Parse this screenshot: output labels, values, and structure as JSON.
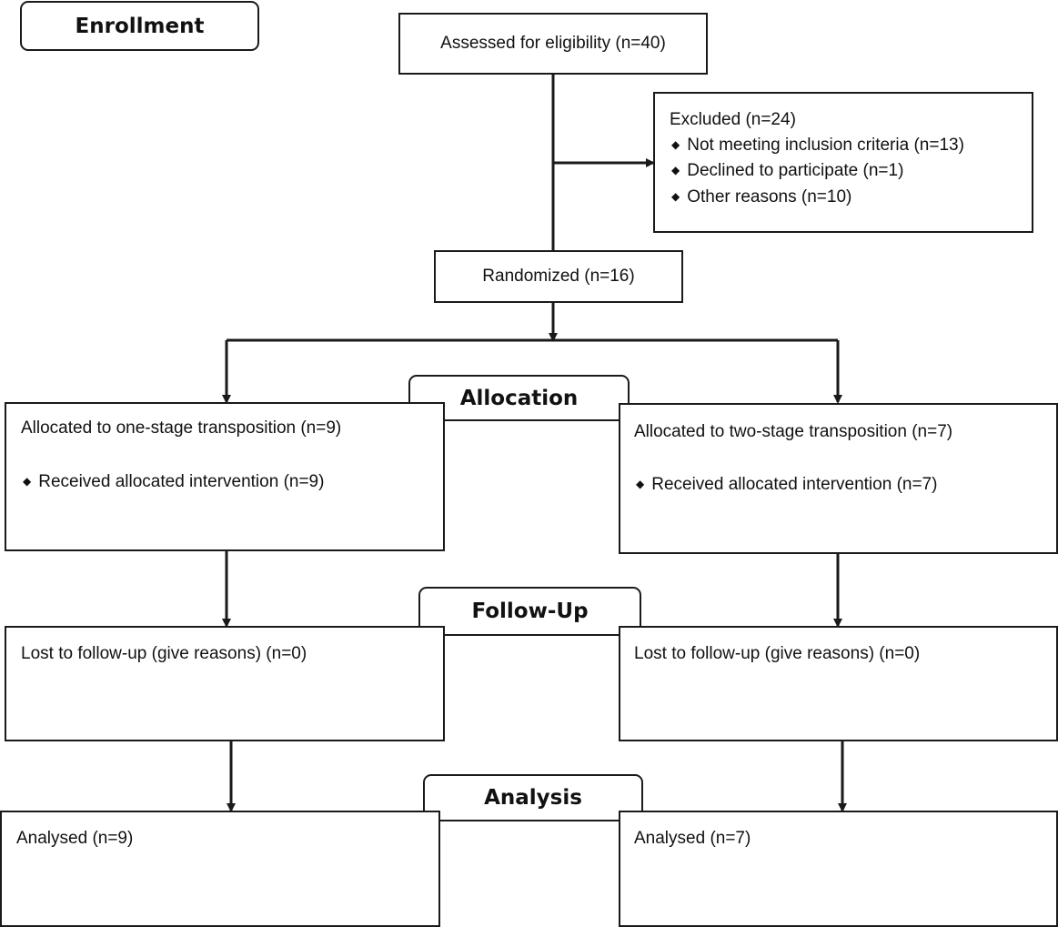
{
  "stages": {
    "enrollment": "Enrollment",
    "allocation": "Allocation",
    "follow_up": "Follow-Up",
    "analysis": "Analysis"
  },
  "assessed": "Assessed for eligibility (n=40)",
  "excluded": {
    "title": "Excluded (n=24)",
    "items": [
      "Not meeting inclusion criteria (n=13)",
      "Declined to participate (n=1)",
      "Other reasons (n=10)"
    ]
  },
  "randomized": "Randomized (n=16)",
  "bullet_icon": "diamond-bullet",
  "arms": [
    {
      "allocated": "Allocated to one-stage transposition (n=9)",
      "received": "Received allocated intervention (n=9)",
      "lost": "Lost to follow-up (give reasons) (n=0)",
      "analysed": "Analysed (n=9)"
    },
    {
      "allocated": "Allocated to two-stage transposition (n=7)",
      "received": "Received allocated intervention (n=7)",
      "lost": "Lost to follow-up (give reasons) (n=0)",
      "analysed": "Analysed (n=7)"
    }
  ]
}
